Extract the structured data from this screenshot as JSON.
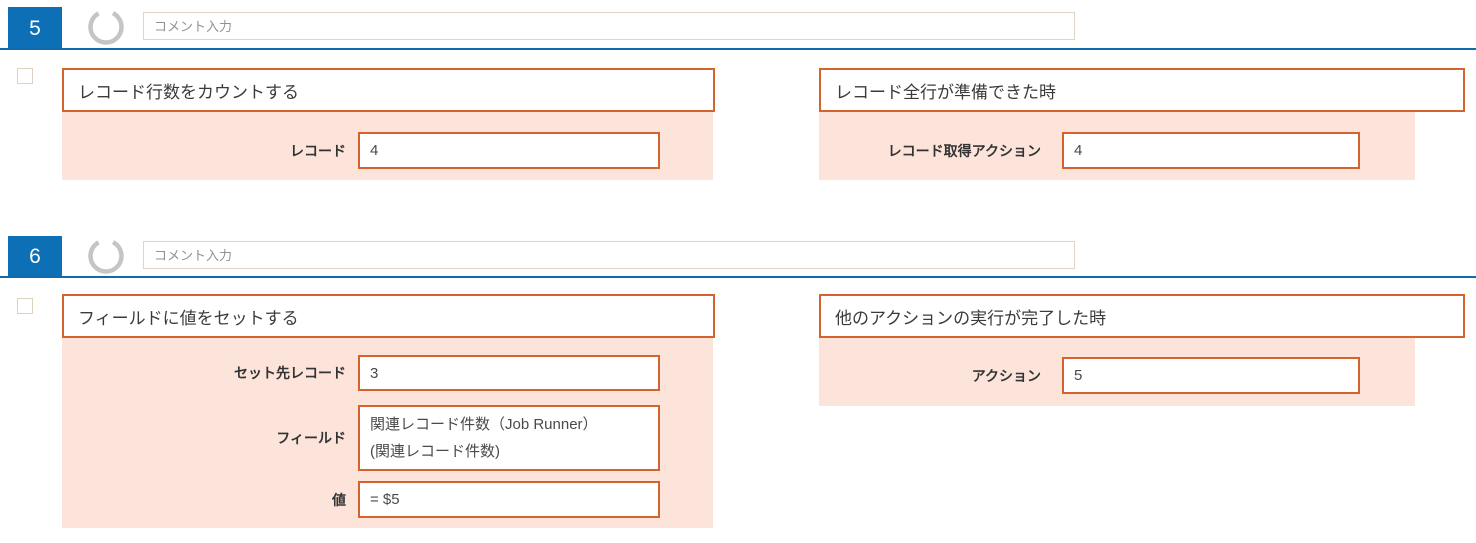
{
  "colors": {
    "badge_blue": "#0d6fb5",
    "header_line_blue": "#0e6cab",
    "accent_orange": "#d5632d",
    "panel_pink": "#fce4da",
    "ring_gray": "#c5c5c5",
    "input_border_tan": "#ded5c4"
  },
  "sections": [
    {
      "number": "5",
      "comment_placeholder": "コメント入力",
      "action": {
        "title": "レコード行数をカウントする",
        "fields": [
          {
            "label": "レコード",
            "value": "4"
          }
        ]
      },
      "trigger": {
        "title": "レコード全行が準備できた時",
        "fields": [
          {
            "label": "レコード取得アクション",
            "value": "4"
          }
        ]
      }
    },
    {
      "number": "6",
      "comment_placeholder": "コメント入力",
      "action": {
        "title": "フィールドに値をセットする",
        "fields": [
          {
            "label": "セット先レコード",
            "value": "3"
          },
          {
            "label": "フィールド",
            "value_line1": "関連レコード件数（Job Runner）",
            "value_line2": "(関連レコード件数)"
          },
          {
            "label": "値",
            "value": "= $5"
          }
        ]
      },
      "trigger": {
        "title": "他のアクションの実行が完了した時",
        "fields": [
          {
            "label": "アクション",
            "value": "5"
          }
        ]
      }
    }
  ]
}
